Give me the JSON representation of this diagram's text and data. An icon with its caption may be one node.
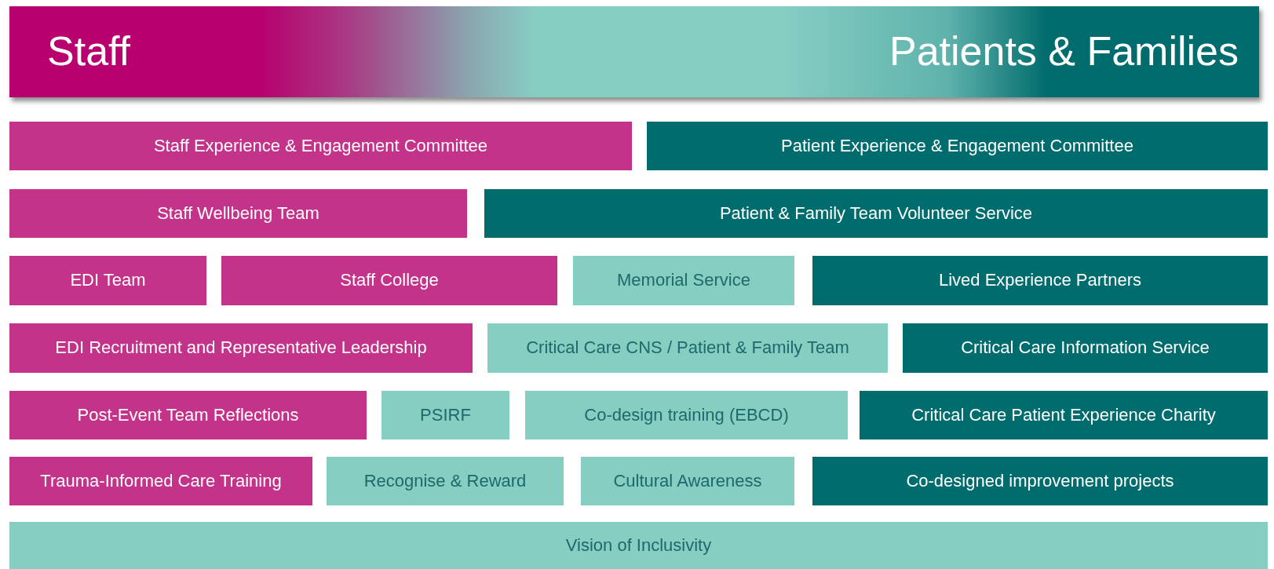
{
  "diagram": {
    "nodes": [
      {
        "text": [
          "Staff",
          "Patients & Families"
        ]
      },
      {
        "text": [
          "Staff Experience & Engagement Committee"
        ]
      },
      {
        "text": [
          "Patient Experience & Engagement Committee"
        ]
      },
      {
        "text": [
          "Staff Wellbeing Team"
        ]
      },
      {
        "text": [
          "Patient & Family Team Volunteer Service"
        ]
      },
      {
        "text": [
          "EDI Team"
        ]
      },
      {
        "text": [
          "Staff College"
        ]
      },
      {
        "text": [
          "Memorial Service"
        ]
      },
      {
        "text": [
          "Lived Experience Partners"
        ]
      },
      {
        "text": [
          "EDI Recruitment and Representative Leadership"
        ]
      },
      {
        "text": [
          "Critical Care CNS / Patient & Family Team"
        ]
      },
      {
        "text": [
          "Critical Care Information Service"
        ]
      },
      {
        "text": [
          "Post-Event Team Reflections"
        ]
      },
      {
        "text": [
          "PSIRF"
        ]
      },
      {
        "text": [
          "Co-design training (EBCD)"
        ]
      },
      {
        "text": [
          "Critical Care Patient Experience Charity"
        ]
      },
      {
        "text": [
          "Trauma-Informed Care Training"
        ]
      },
      {
        "text": [
          "Recognise & Reward"
        ]
      },
      {
        "text": [
          "Cultural Awareness"
        ]
      },
      {
        "text": [
          "Co-designed improvement projects"
        ]
      },
      {
        "text": [
          "Vision of Inclusivity"
        ]
      }
    ]
  }
}
